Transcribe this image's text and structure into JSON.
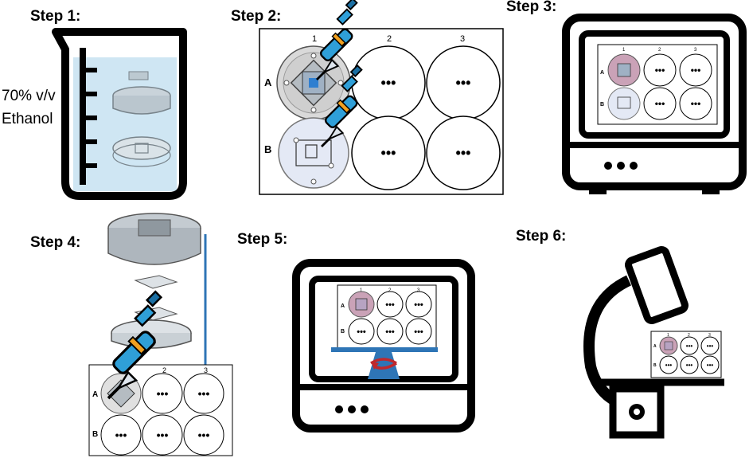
{
  "steps": {
    "s1": "Step 1:",
    "s2": "Step 2:",
    "s3": "Step 3:",
    "s4": "Step 4:",
    "s5": "Step 5:",
    "s6": "Step 6:"
  },
  "beaker": {
    "line1": "70% v/v",
    "line2": "Ethanol"
  },
  "plate": {
    "columns": [
      "1",
      "2",
      "3"
    ],
    "rows": [
      "A",
      "B"
    ],
    "empty_well_mark": "•••"
  },
  "colors": {
    "ethanol": "#cfe6f3",
    "pipette_body": "#2f9fd8",
    "pipette_accent": "#f0a020",
    "arrow": "#2e75b6",
    "stage_base": "#2e75b6",
    "rotation_arrow": "#c0282c",
    "stained_tissue": "#caa2b7"
  }
}
